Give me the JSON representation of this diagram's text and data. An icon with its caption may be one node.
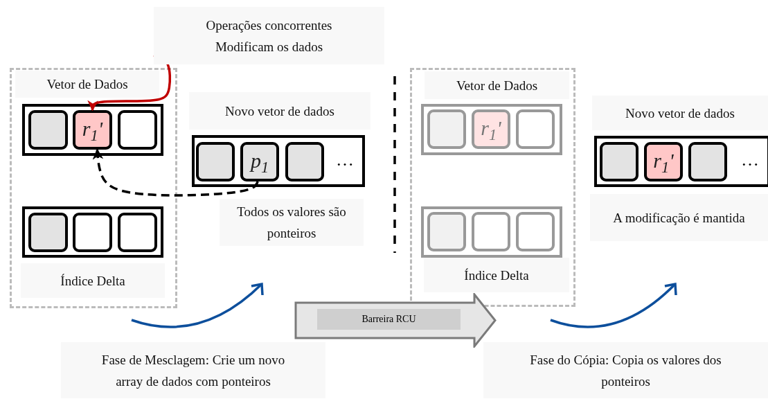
{
  "diagram": {
    "nodes": [
      {
        "text": [],
        "shape": "box"
      },
      {
        "text": [
          "Vetor de Dados"
        ],
        "in": 0
      },
      {
        "text": [],
        "shape": "box",
        "in": 0
      },
      {
        "text": [],
        "shape": "box",
        "in": 2
      },
      {
        "text": [
          "r$_{1}$'"
        ],
        "in": 2
      },
      {
        "text": [],
        "shape": "box",
        "in": 2
      },
      {
        "text": [],
        "shape": "box",
        "in": 0
      },
      {
        "text": [],
        "shape": "box",
        "in": 6
      },
      {
        "text": [],
        "shape": "box",
        "in": 6
      },
      {
        "text": [],
        "shape": "box",
        "in": 6
      },
      {
        "text": [
          "Índice Delta"
        ],
        "in": 0
      },
      {
        "text": [
          "Operações concorrentes Modificam os dados"
        ]
      },
      {
        "text": [
          "Novo vetor de dados"
        ]
      },
      {
        "text": [
          "…"
        ]
      },
      {
        "text": [],
        "shape": "box",
        "in": 13
      },
      {
        "text": [
          "p$_{1}$"
        ],
        "in": 13
      },
      {
        "text": [],
        "shape": "box",
        "in": 13
      },
      {
        "text": [
          "Todos os valores são ponteiros"
        ]
      },
      {
        "text": [
          "Fase de Mesclagem: Crie um novo array de dados com ponteiros"
        ]
      },
      {
        "text": [],
        "shape": "box"
      },
      {
        "text": [
          "Vetor de Dados"
        ],
        "in": 19
      },
      {
        "text": [],
        "shape": "box",
        "in": 19
      },
      {
        "text": [],
        "shape": "box",
        "in": 21
      },
      {
        "text": [
          "r$_{1}$'"
        ],
        "in": 21
      },
      {
        "text": [],
        "shape": "box",
        "in": 21
      },
      {
        "text": [],
        "shape": "box",
        "in": 19
      },
      {
        "text": [],
        "shape": "box",
        "in": 25
      },
      {
        "text": [],
        "shape": "box",
        "in": 25
      },
      {
        "text": [],
        "shape": "box",
        "in": 25
      },
      {
        "text": [
          "Índice Delta"
        ],
        "in": 19
      },
      {
        "text": [
          "Novo vetor de dados"
        ]
      },
      {
        "text": [
          "…"
        ]
      },
      {
        "text": [],
        "shape": "box",
        "in": 31
      },
      {
        "text": [
          "r$_{1}$'"
        ],
        "in": 31
      },
      {
        "text": [],
        "shape": "box",
        "in": 31
      },
      {
        "text": [
          "A modificação é mantida"
        ]
      },
      {
        "text": [
          "Fase do Cópia: Copia os valores dos ponteiros"
        ]
      },
      {
        "text": [
          "Barreira RCU"
        ]
      }
    ],
    "edges": [
      {
        "from": 11,
        "to": 4,
        "arrow": "to",
        "color": "#c00000"
      },
      {
        "from": 15,
        "to": 4,
        "arrow": "to",
        "style": "dashed",
        "color": "#000000"
      }
    ]
  }
}
